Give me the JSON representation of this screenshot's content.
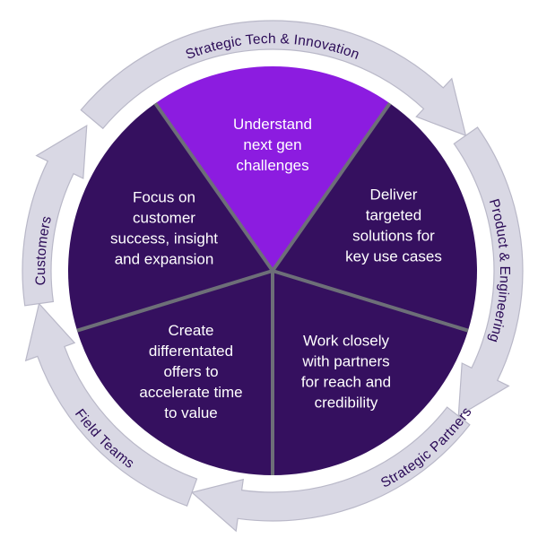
{
  "colors": {
    "ring": "#d9d8e4",
    "ring_edge": "#b9b8c8",
    "segment_dark": "#35105f",
    "segment_highlight": "#8c1ce0",
    "divider": "#6d6f78",
    "ring_text": "#2a0a56",
    "segment_text": "#ffffff"
  },
  "ring_labels": [
    {
      "id": "strategic-tech",
      "text": "Strategic Tech & Innovation"
    },
    {
      "id": "product-engineering",
      "text": "Product & Engineering"
    },
    {
      "id": "strategic-partners",
      "text": "Strategic Partners"
    },
    {
      "id": "field-teams",
      "text": "Field Teams"
    },
    {
      "id": "customers",
      "text": "Customers"
    }
  ],
  "segments": [
    {
      "id": "understand",
      "highlight": true,
      "lines": [
        "Understand",
        "next gen",
        "challenges"
      ]
    },
    {
      "id": "deliver",
      "highlight": false,
      "lines": [
        "Deliver",
        "targeted",
        "solutions for",
        "key use cases"
      ]
    },
    {
      "id": "work",
      "highlight": false,
      "lines": [
        "Work closely",
        "with partners",
        "for reach and",
        "credibility"
      ]
    },
    {
      "id": "create",
      "highlight": false,
      "lines": [
        "Create",
        "differentated",
        "offers to",
        "accelerate time",
        "to value"
      ]
    },
    {
      "id": "focus",
      "highlight": false,
      "lines": [
        "Focus on",
        "customer",
        "success, insight",
        "and expansion"
      ]
    }
  ]
}
